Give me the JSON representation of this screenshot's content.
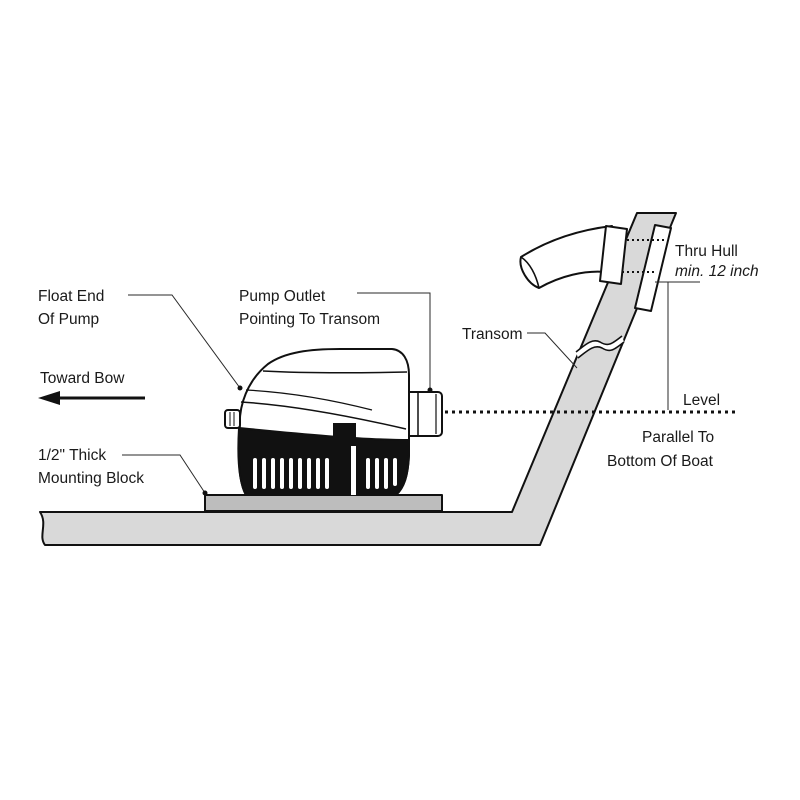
{
  "labels": {
    "float_end": {
      "line1": "Float End",
      "line2": "Of Pump"
    },
    "pump_outlet": {
      "line1": "Pump Outlet",
      "line2": "Pointing To Transom"
    },
    "transom": "Transom",
    "toward_bow": "Toward Bow",
    "mounting_block": {
      "line1": "1/2\" Thick",
      "line2": "Mounting Block"
    },
    "thru_hull": {
      "line1": "Thru Hull",
      "line2": "min. 12 inch"
    },
    "level": "Level",
    "parallel": {
      "line1": "Parallel To",
      "line2": "Bottom Of Boat"
    }
  },
  "colors": {
    "hull": "#d9d9d9",
    "mounting_block": "#bdbdbd",
    "pump_base": "#111111",
    "lines": "#111111"
  },
  "icons": {
    "direction_arrow": "arrow-left-icon"
  }
}
